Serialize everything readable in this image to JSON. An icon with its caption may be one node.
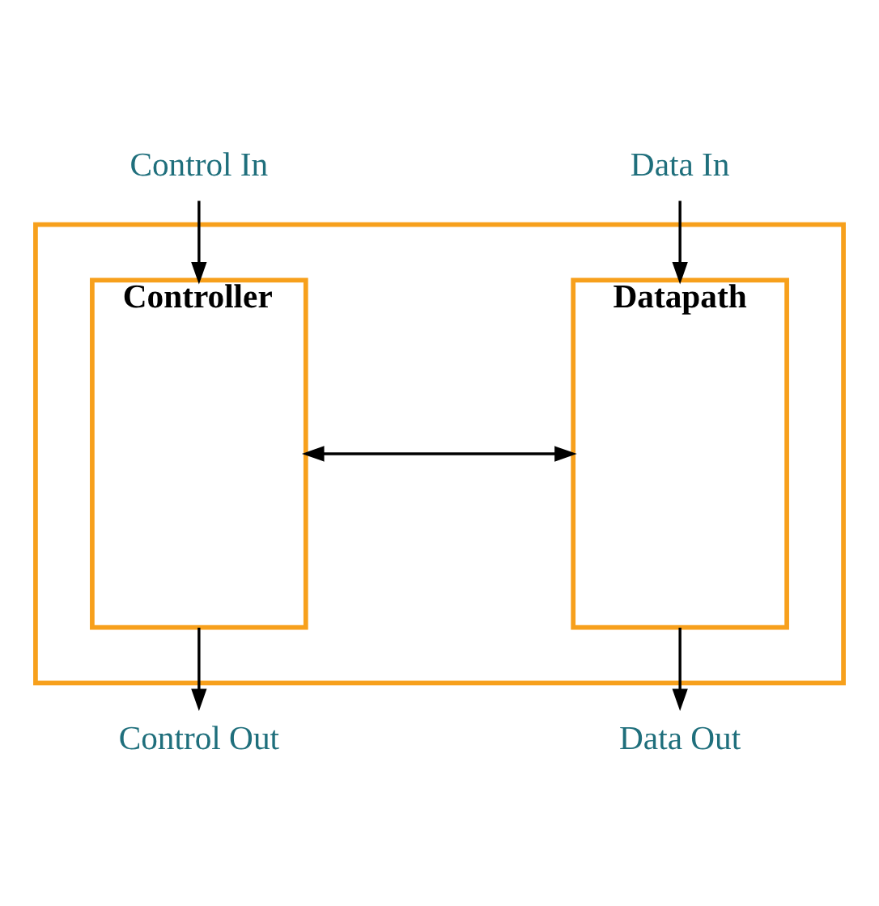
{
  "diagram": {
    "nodes": [
      {
        "text": [
          "Control In"
        ]
      },
      {
        "text": [
          "Data In"
        ]
      },
      {
        "text": [],
        "shape": "box"
      },
      {
        "text": [
          "Controller"
        ],
        "in": 2
      },
      {
        "text": [
          "Datapath"
        ],
        "in": 2
      },
      {
        "text": [
          "Control Out"
        ]
      },
      {
        "text": [
          "Data Out"
        ]
      }
    ],
    "edges": [
      {
        "from": 0,
        "to": 3,
        "arrow": "to"
      },
      {
        "from": 1,
        "to": 4,
        "arrow": "to"
      },
      {
        "from": 3,
        "to": 4,
        "arrow": "both"
      },
      {
        "from": 3,
        "to": 5,
        "arrow": "to"
      },
      {
        "from": 4,
        "to": 6,
        "arrow": "to"
      }
    ]
  }
}
